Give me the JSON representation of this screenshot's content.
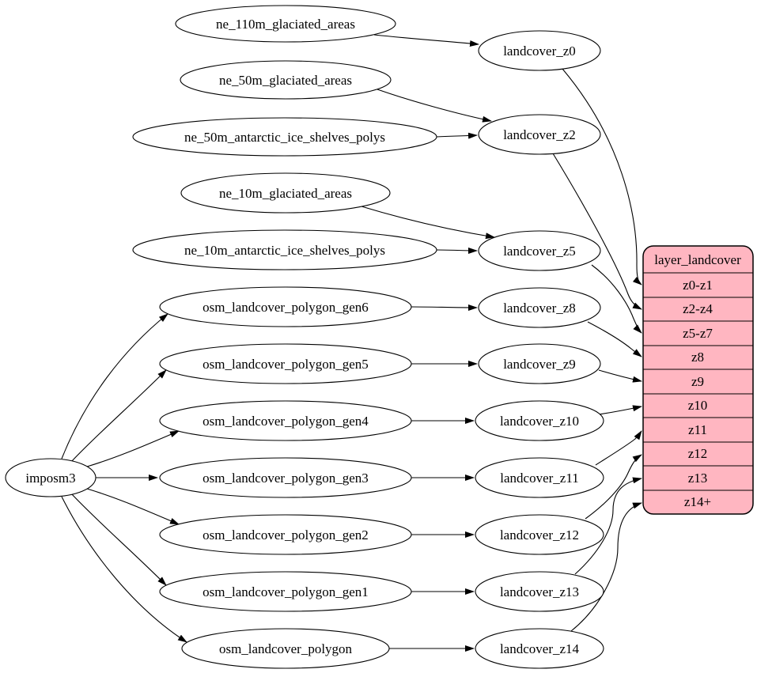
{
  "diagram": {
    "background": "#ffffff",
    "node_fill": "#ffffff",
    "stroke_color": "#000000",
    "record_fill": "#ffb6c1"
  },
  "nodes": {
    "importer": {
      "label": "imposm3"
    },
    "sources": [
      {
        "label": "ne_110m_glaciated_areas"
      },
      {
        "label": "ne_50m_glaciated_areas"
      },
      {
        "label": "ne_50m_antarctic_ice_shelves_polys"
      },
      {
        "label": "ne_10m_glaciated_areas"
      },
      {
        "label": "ne_10m_antarctic_ice_shelves_polys"
      },
      {
        "label": "osm_landcover_polygon_gen6"
      },
      {
        "label": "osm_landcover_polygon_gen5"
      },
      {
        "label": "osm_landcover_polygon_gen4"
      },
      {
        "label": "osm_landcover_polygon_gen3"
      },
      {
        "label": "osm_landcover_polygon_gen2"
      },
      {
        "label": "osm_landcover_polygon_gen1"
      },
      {
        "label": "osm_landcover_polygon"
      }
    ],
    "views": [
      {
        "label": "landcover_z0"
      },
      {
        "label": "landcover_z2"
      },
      {
        "label": "landcover_z5"
      },
      {
        "label": "landcover_z8"
      },
      {
        "label": "landcover_z9"
      },
      {
        "label": "landcover_z10"
      },
      {
        "label": "landcover_z11"
      },
      {
        "label": "landcover_z12"
      },
      {
        "label": "landcover_z13"
      },
      {
        "label": "landcover_z14"
      }
    ],
    "layer_table": {
      "title": "layer_landcover",
      "rows": [
        "z0-z1",
        "z2-z4",
        "z5-z7",
        "z8",
        "z9",
        "z10",
        "z11",
        "z12",
        "z13",
        "z14+"
      ]
    }
  },
  "edges": [
    {
      "from": "ne_110m_glaciated_areas",
      "to": "landcover_z0"
    },
    {
      "from": "ne_50m_glaciated_areas",
      "to": "landcover_z2"
    },
    {
      "from": "ne_50m_antarctic_ice_shelves_polys",
      "to": "landcover_z2"
    },
    {
      "from": "ne_10m_glaciated_areas",
      "to": "landcover_z5"
    },
    {
      "from": "ne_10m_antarctic_ice_shelves_polys",
      "to": "landcover_z5"
    },
    {
      "from": "osm_landcover_polygon_gen6",
      "to": "landcover_z8"
    },
    {
      "from": "osm_landcover_polygon_gen5",
      "to": "landcover_z9"
    },
    {
      "from": "osm_landcover_polygon_gen4",
      "to": "landcover_z10"
    },
    {
      "from": "osm_landcover_polygon_gen3",
      "to": "landcover_z11"
    },
    {
      "from": "osm_landcover_polygon_gen2",
      "to": "landcover_z12"
    },
    {
      "from": "osm_landcover_polygon_gen1",
      "to": "landcover_z13"
    },
    {
      "from": "osm_landcover_polygon",
      "to": "landcover_z14"
    },
    {
      "from": "imposm3",
      "to": "osm_landcover_polygon_gen6"
    },
    {
      "from": "imposm3",
      "to": "osm_landcover_polygon_gen5"
    },
    {
      "from": "imposm3",
      "to": "osm_landcover_polygon_gen4"
    },
    {
      "from": "imposm3",
      "to": "osm_landcover_polygon_gen3"
    },
    {
      "from": "imposm3",
      "to": "osm_landcover_polygon_gen2"
    },
    {
      "from": "imposm3",
      "to": "osm_landcover_polygon_gen1"
    },
    {
      "from": "imposm3",
      "to": "osm_landcover_polygon"
    },
    {
      "from": "landcover_z0",
      "to": "layer_landcover.z0-z1"
    },
    {
      "from": "landcover_z2",
      "to": "layer_landcover.z2-z4"
    },
    {
      "from": "landcover_z5",
      "to": "layer_landcover.z5-z7"
    },
    {
      "from": "landcover_z8",
      "to": "layer_landcover.z8"
    },
    {
      "from": "landcover_z9",
      "to": "layer_landcover.z9"
    },
    {
      "from": "landcover_z10",
      "to": "layer_landcover.z10"
    },
    {
      "from": "landcover_z11",
      "to": "layer_landcover.z11"
    },
    {
      "from": "landcover_z12",
      "to": "layer_landcover.z12"
    },
    {
      "from": "landcover_z13",
      "to": "layer_landcover.z13"
    },
    {
      "from": "landcover_z14",
      "to": "layer_landcover.z14+"
    }
  ]
}
